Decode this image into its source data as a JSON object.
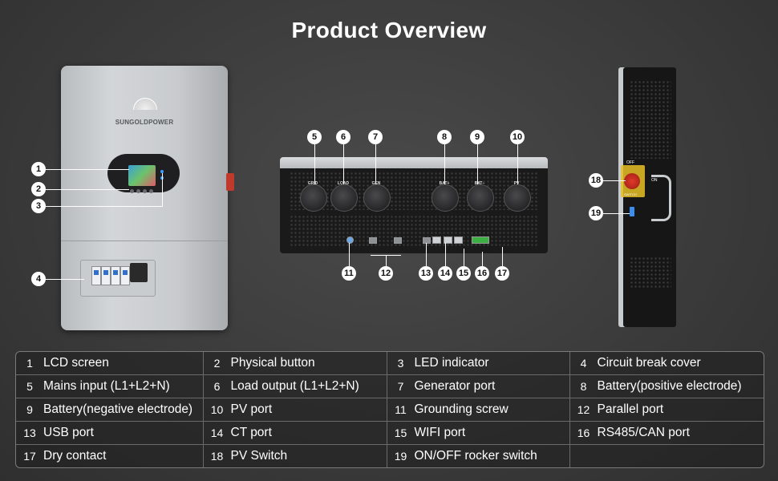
{
  "title": "Product Overview",
  "brand": "SUNGOLDPOWER",
  "bottom_view": {
    "gland_labels": [
      "GRID",
      "LOAD",
      "GEN",
      "BAT+",
      "BAT−",
      "PV"
    ]
  },
  "side_view": {
    "switch_top_label": "OFF",
    "switch_right_label": "ON",
    "switch_bottom_label": "SWITCH"
  },
  "callouts": [
    "1",
    "2",
    "3",
    "4",
    "5",
    "6",
    "7",
    "8",
    "9",
    "10",
    "11",
    "12",
    "13",
    "14",
    "15",
    "16",
    "17",
    "18",
    "19"
  ],
  "legend": [
    [
      {
        "num": "1",
        "label": "LCD screen"
      },
      {
        "num": "2",
        "label": "Physical button"
      },
      {
        "num": "3",
        "label": "LED indicator"
      },
      {
        "num": "4",
        "label": "Circuit break cover"
      }
    ],
    [
      {
        "num": "5",
        "label": "Mains input (L1+L2+N)"
      },
      {
        "num": "6",
        "label": "Load output (L1+L2+N)"
      },
      {
        "num": "7",
        "label": "Generator port"
      },
      {
        "num": "8",
        "label": "Battery(positive electrode)"
      }
    ],
    [
      {
        "num": "9",
        "label": "Battery(negative electrode)"
      },
      {
        "num": "10",
        "label": "PV port"
      },
      {
        "num": "11",
        "label": "Grounding screw"
      },
      {
        "num": "12",
        "label": "Parallel port"
      }
    ],
    [
      {
        "num": "13",
        "label": "USB port"
      },
      {
        "num": "14",
        "label": "CT port"
      },
      {
        "num": "15",
        "label": "WIFI port"
      },
      {
        "num": "16",
        "label": "RS485/CAN port"
      }
    ],
    [
      {
        "num": "17",
        "label": "Dry contact"
      },
      {
        "num": "18",
        "label": "PV Switch"
      },
      {
        "num": "19",
        "label": "ON/OFF rocker switch"
      },
      {
        "num": "",
        "label": ""
      }
    ]
  ]
}
